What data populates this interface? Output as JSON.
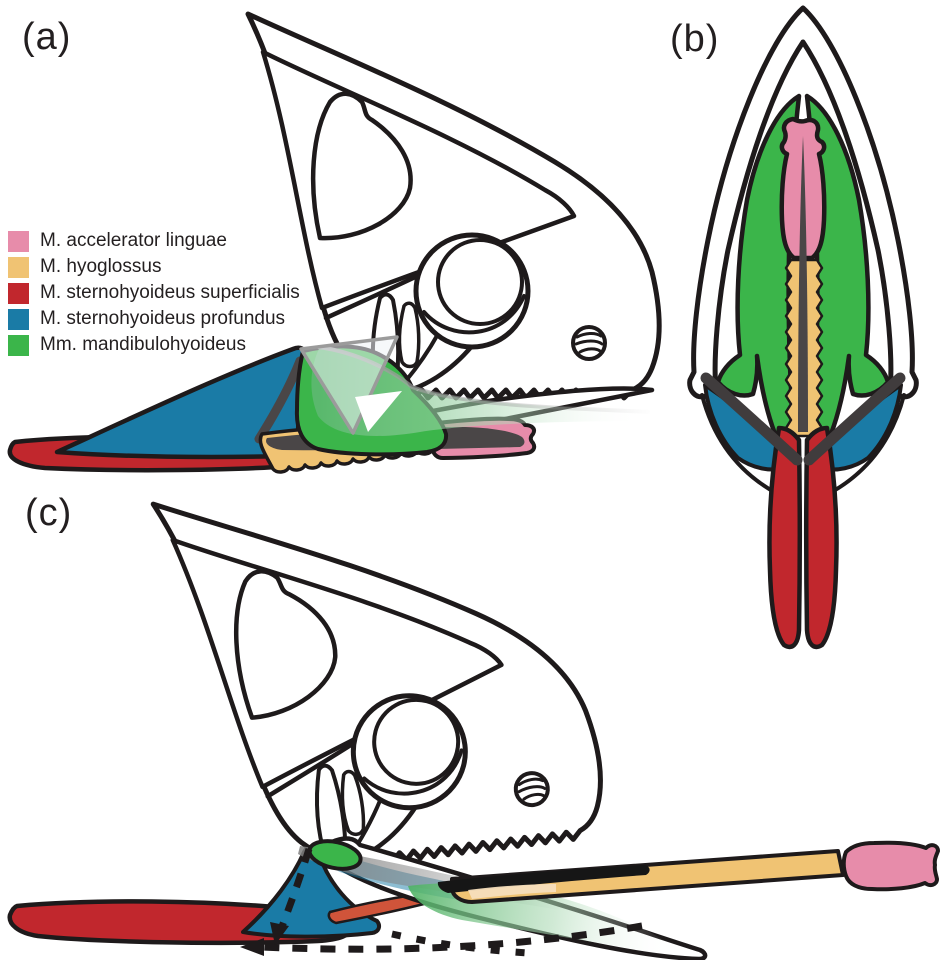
{
  "panels": {
    "a": {
      "label": "(a)"
    },
    "b": {
      "label": "(b)"
    },
    "c": {
      "label": "(c)"
    }
  },
  "legend": {
    "items": [
      {
        "label": "M. accelerator linguae",
        "color": "#e78caa"
      },
      {
        "label": "M. hyoglossus",
        "color": "#f0c373"
      },
      {
        "label": "M. sternohyoideus superficialis",
        "color": "#c1272d"
      },
      {
        "label": "M. sternohyoideus profundus",
        "color": "#1a7ba6"
      },
      {
        "label": "Mm. mandibulohyoideus",
        "color": "#3bb54a"
      }
    ]
  },
  "colors": {
    "outline": "#1e1a1b",
    "accelerator_pink": "#e78caa",
    "hyoglossus_tan": "#f0c373",
    "superficialis_red": "#c1272d",
    "profundus_blue": "#1a7ba6",
    "mandibulohyoideus_green": "#3bb54a",
    "entoglossal_gray": "#4a4647"
  }
}
